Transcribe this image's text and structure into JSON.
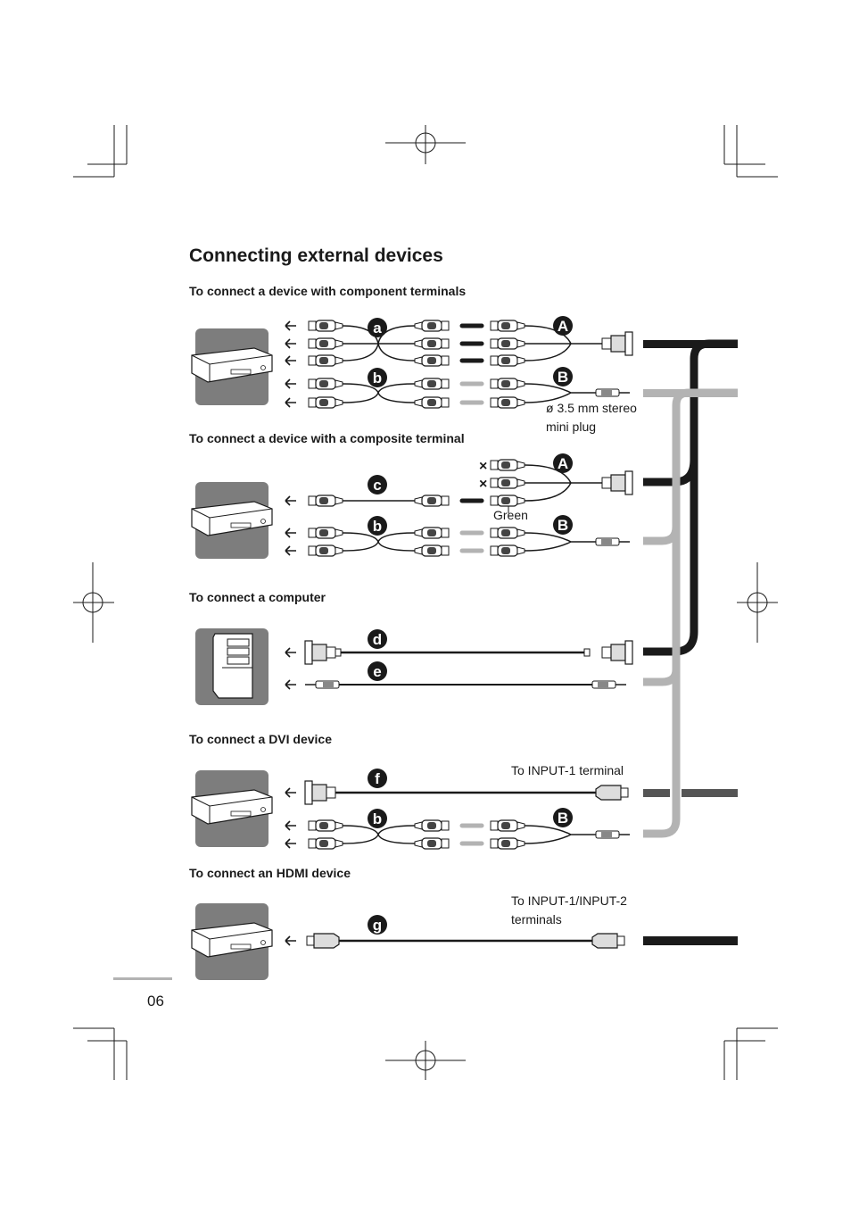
{
  "page": {
    "title": "Connecting external devices",
    "page_number": "06"
  },
  "sections": [
    {
      "heading": "To connect a device with component terminals"
    },
    {
      "heading": "To connect a device with a composite terminal"
    },
    {
      "heading": "To connect a computer"
    },
    {
      "heading": "To connect a DVI device"
    },
    {
      "heading": "To connect an HDMI device"
    }
  ],
  "labels": {
    "cable_a": "a",
    "cable_b": "b",
    "cable_c": "c",
    "cable_d": "d",
    "cable_e": "e",
    "cable_f": "f",
    "cable_g": "g",
    "adapter_A": "A",
    "adapter_B": "B"
  },
  "notes": {
    "stereo_plug_line1": "ø 3.5 mm stereo",
    "stereo_plug_line2": "mini plug",
    "green": "Green",
    "input1": "To INPUT-1 terminal",
    "input12_line1": "To INPUT-1/INPUT-2",
    "input12_line2": "terminals",
    "not_used_mark": "×"
  },
  "colors": {
    "cable_dark": "#1a1a1a",
    "cable_gray": "#b3b3b3",
    "device_bg": "#7d7d7d"
  }
}
